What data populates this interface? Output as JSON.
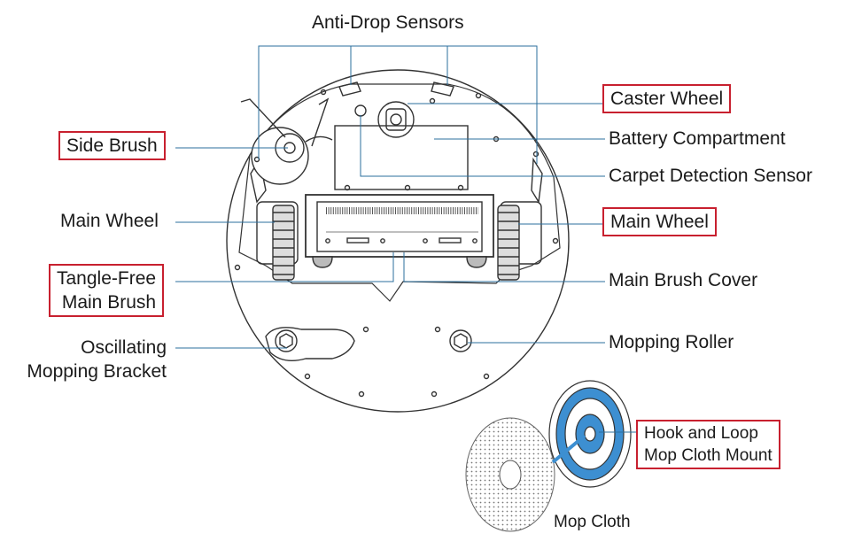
{
  "labels": {
    "anti_drop_sensors": "Anti-Drop Sensors",
    "caster_wheel": "Caster Wheel",
    "battery_compartment": "Battery Compartment",
    "carpet_detection_sensor": "Carpet Detection Sensor",
    "main_wheel_right": "Main Wheel",
    "main_brush_cover": "Main Brush Cover",
    "mopping_roller": "Mopping Roller",
    "side_brush": "Side Brush",
    "main_wheel_left": "Main Wheel",
    "tangle_free_line1": "Tangle-Free",
    "tangle_free_line2": "Main Brush",
    "oscillating_line1": "Oscillating",
    "oscillating_line2": "Mopping Bracket",
    "hook_loop_line1": "Hook and Loop",
    "hook_loop_line2": "Mop Cloth Mount",
    "mop_cloth": "Mop Cloth"
  },
  "colors": {
    "leader_line": "#2b6f9e",
    "highlight_box": "#c8202f",
    "mount_blue": "#3d8fd1",
    "outline": "#333333"
  }
}
